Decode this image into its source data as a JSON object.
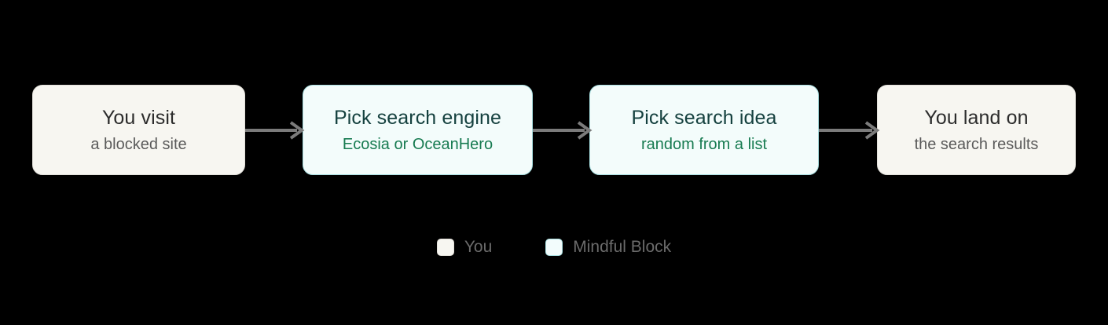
{
  "diagram": {
    "type": "flow",
    "background_color": "#000000",
    "nodes": [
      {
        "id": "node-0",
        "title": "You visit",
        "subtitle": "a blocked site",
        "theme": "you",
        "fill_color": "#f7f6f1",
        "border_color": "#e2e0da",
        "title_color": "#2c2c2c",
        "subtitle_color": "#5b5b5b"
      },
      {
        "id": "node-1",
        "title": "Pick search engine",
        "subtitle": "Ecosia or OceanHero",
        "theme": "app",
        "fill_color": "#f3fcfb",
        "border_color": "#a9dfe1",
        "title_color": "#15413f",
        "subtitle_color": "#177b51"
      },
      {
        "id": "node-2",
        "title": "Pick search idea",
        "subtitle": "random from a list",
        "theme": "app",
        "fill_color": "#f3fcfb",
        "border_color": "#a9dfe1",
        "title_color": "#15413f",
        "subtitle_color": "#177b51"
      },
      {
        "id": "node-3",
        "title": "You land on",
        "subtitle": "the search results",
        "theme": "you",
        "fill_color": "#f7f6f1",
        "border_color": "#e2e0da",
        "title_color": "#2c2c2c",
        "subtitle_color": "#5b5b5b"
      }
    ],
    "connectors": [
      {
        "id": "connector-0",
        "from": "node-0",
        "to": "node-1",
        "style": "arrow",
        "color": "#7b7b7b"
      },
      {
        "id": "connector-1",
        "from": "node-1",
        "to": "node-2",
        "style": "arrow",
        "color": "#7b7b7b"
      },
      {
        "id": "connector-2",
        "from": "node-2",
        "to": "node-3",
        "style": "arrow",
        "color": "#7b7b7b"
      }
    ],
    "legend": {
      "items": [
        {
          "label": "You",
          "swatch_fill": "#f7f6f1",
          "swatch_border": "#e3e1da"
        },
        {
          "label": "Mindful Block",
          "swatch_fill": "#f2fcfc",
          "swatch_border": "#a9dfe1"
        }
      ],
      "label_color": "#6b6b6b"
    }
  }
}
